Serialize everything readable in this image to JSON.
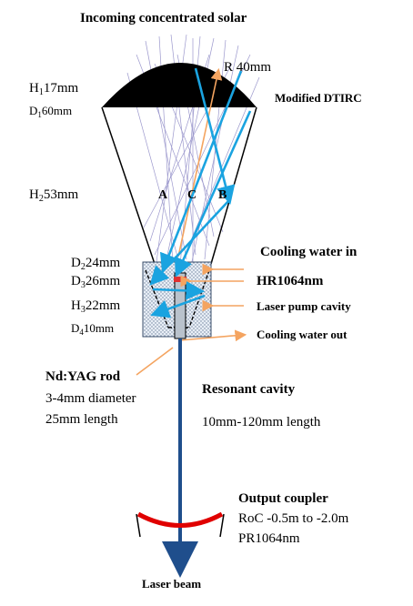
{
  "title": "Incoming concentrated solar",
  "radius_label": "R 40mm",
  "dtirc_label": "Modified DTIRC",
  "h1": {
    "main": "H",
    "sub": "1",
    "rest": "17mm"
  },
  "d1": {
    "main": "D",
    "sub": "1",
    "rest": "60mm"
  },
  "h2": {
    "main": "H",
    "sub": "2",
    "rest": "53mm"
  },
  "d2": {
    "main": "D",
    "sub": "2",
    "rest": "24mm"
  },
  "d3": {
    "main": "D",
    "sub": "3",
    "rest": "26mm"
  },
  "h3": {
    "main": "H",
    "sub": "3",
    "rest": "22mm"
  },
  "d4": {
    "main": "D",
    "sub": "4",
    "rest": "10mm"
  },
  "ray_labels": {
    "a": "A",
    "c": "C",
    "b": "B"
  },
  "cooling_in": "Cooling water in",
  "hr_label": "HR1064nm",
  "pump_cavity": "Laser pump cavity",
  "cooling_out": "Cooling water out",
  "rod_title": "Nd:YAG rod",
  "rod_diameter": "3-4mm diameter",
  "rod_length": "25mm length",
  "resonant_title": "Resonant cavity",
  "resonant_length": "10mm-120mm length",
  "coupler_title": "Output coupler",
  "coupler_roc": "RoC -0.5m to -2.0m",
  "coupler_pr": "PR1064nm",
  "beam_label": "Laser beam",
  "colors": {
    "ray_blue": "#1aa3e0",
    "orange": "#f4a460",
    "beam_blue": "#1f4e8c",
    "mirror_red": "#e00000",
    "stray_rays": "#8a86c4",
    "lens_black": "#000000",
    "cavity_fill": "#d9e6f2"
  }
}
